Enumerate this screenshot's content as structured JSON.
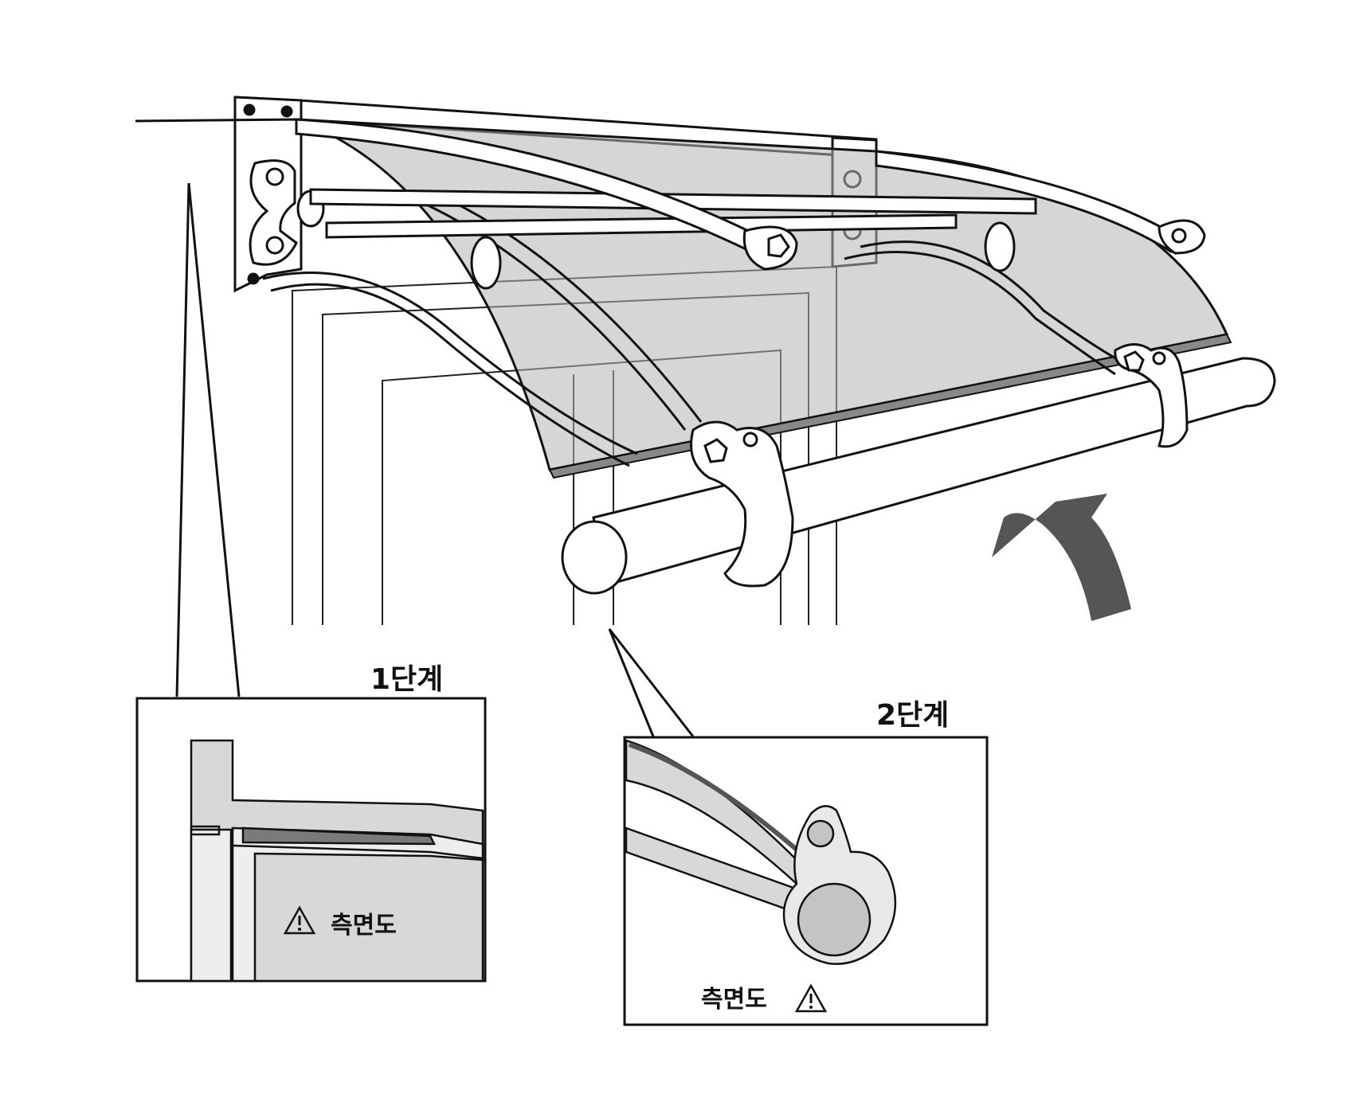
{
  "steps": {
    "step1": {
      "label": "1단계",
      "caption": "측면도",
      "icon": "warning-icon"
    },
    "step2": {
      "label": "2단계",
      "caption": "측면도",
      "icon": "warning-icon"
    }
  },
  "colors": {
    "line": "#111111",
    "panel_fill": "#c9c9c9",
    "panel_light": "#e6e6e6",
    "sheet_dark": "#7a7a7a",
    "arrow": "#555555",
    "background": "#ffffff"
  }
}
